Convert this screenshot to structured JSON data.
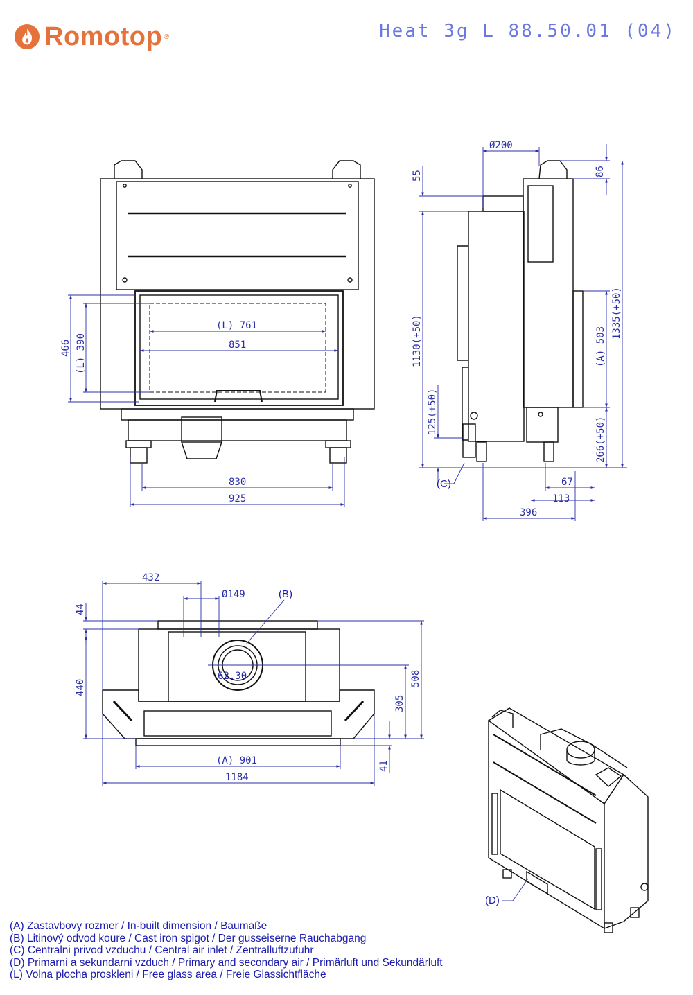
{
  "brand": {
    "name": "Romotop",
    "reg": "®",
    "color": "#e5723a"
  },
  "model": "Heat 3g L 88.50.01 (04)",
  "front_view": {
    "glass_width": "(L) 761",
    "opening_width": "851",
    "glass_height": "(L) 390",
    "opening_height": "466",
    "legs_width": "830",
    "body_width": "925"
  },
  "side_view": {
    "flue_diameter": "Ø200",
    "top_offset": "86",
    "spigot_offset": "55",
    "total_height": "1335(+50)",
    "flue_height": "1130(+50)",
    "inbuilt_height": "(A) 503",
    "air_inlet_height": "125(+50)",
    "base_height": "266(+50)",
    "depth_1": "67",
    "depth_2": "113",
    "depth_total": "396",
    "callout_c": "(C)"
  },
  "top_view": {
    "flue_offset": "432",
    "flue_diameter": "Ø149",
    "front_offset": "44",
    "depth": "440",
    "spigot_depth": "305",
    "total_depth": "508",
    "inbuilt_width": "(A) 901",
    "total_width": "1184",
    "back_offset": "41",
    "spigot_label": "62.30",
    "callout_b": "(B)"
  },
  "iso_view": {
    "callout_d": "(D)"
  },
  "legend": [
    "(A)  Zastavbovy rozmer / In-built dimension / Baumaße",
    "(B)  Litinový odvod koure / Cast iron spigot / Der gusseiserne Rauchabgang",
    "(C)  Centralni privod vzduchu / Central air inlet / Zentralluftzufuhr",
    "(D)  Primarni a sekundarni vzduch / Primary and secondary air / Primärluft und Sekundärluft",
    "(L)  Volna plocha proskleni / Free glass area / Freie Glassichtfläche"
  ],
  "colors": {
    "dimension": "#2a2fa8",
    "outline": "#111111",
    "legend": "#1a1ab0",
    "model": "#6a78e0"
  }
}
